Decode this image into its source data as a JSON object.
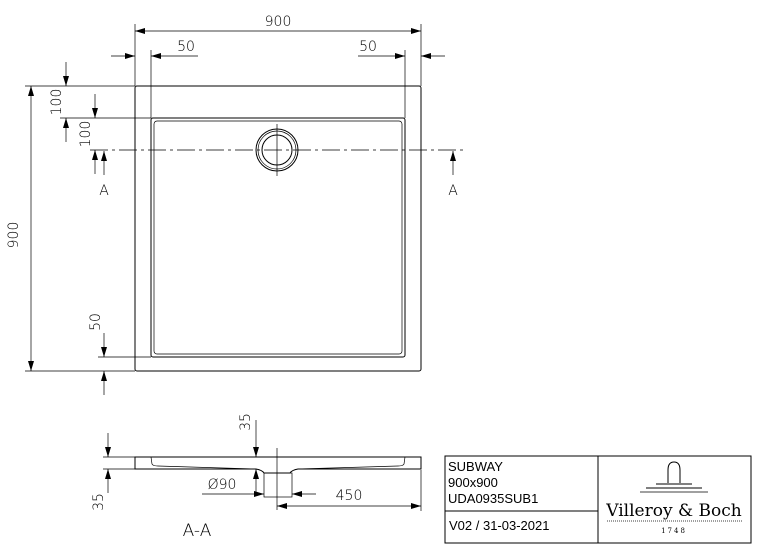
{
  "plan_view": {
    "dims": {
      "overall_width": "900",
      "left_rim": "50",
      "right_rim": "50",
      "overall_depth": "900",
      "top_rim": "100",
      "drain_offset": "100",
      "bottom_rim": "50"
    },
    "section_marker_left": "A",
    "section_marker_right": "A"
  },
  "section_view": {
    "label": "A-A",
    "dims": {
      "total_height": "35",
      "rim_height": "35",
      "drain_diameter": "Ø90",
      "drain_to_edge": "450"
    }
  },
  "title_block": {
    "product": "SUBWAY",
    "size": "900x900",
    "article": "UDA0935SUB1",
    "version": "V02 / 31-03-2021",
    "brand": "Villeroy & Boch",
    "brand_year": "1748"
  }
}
